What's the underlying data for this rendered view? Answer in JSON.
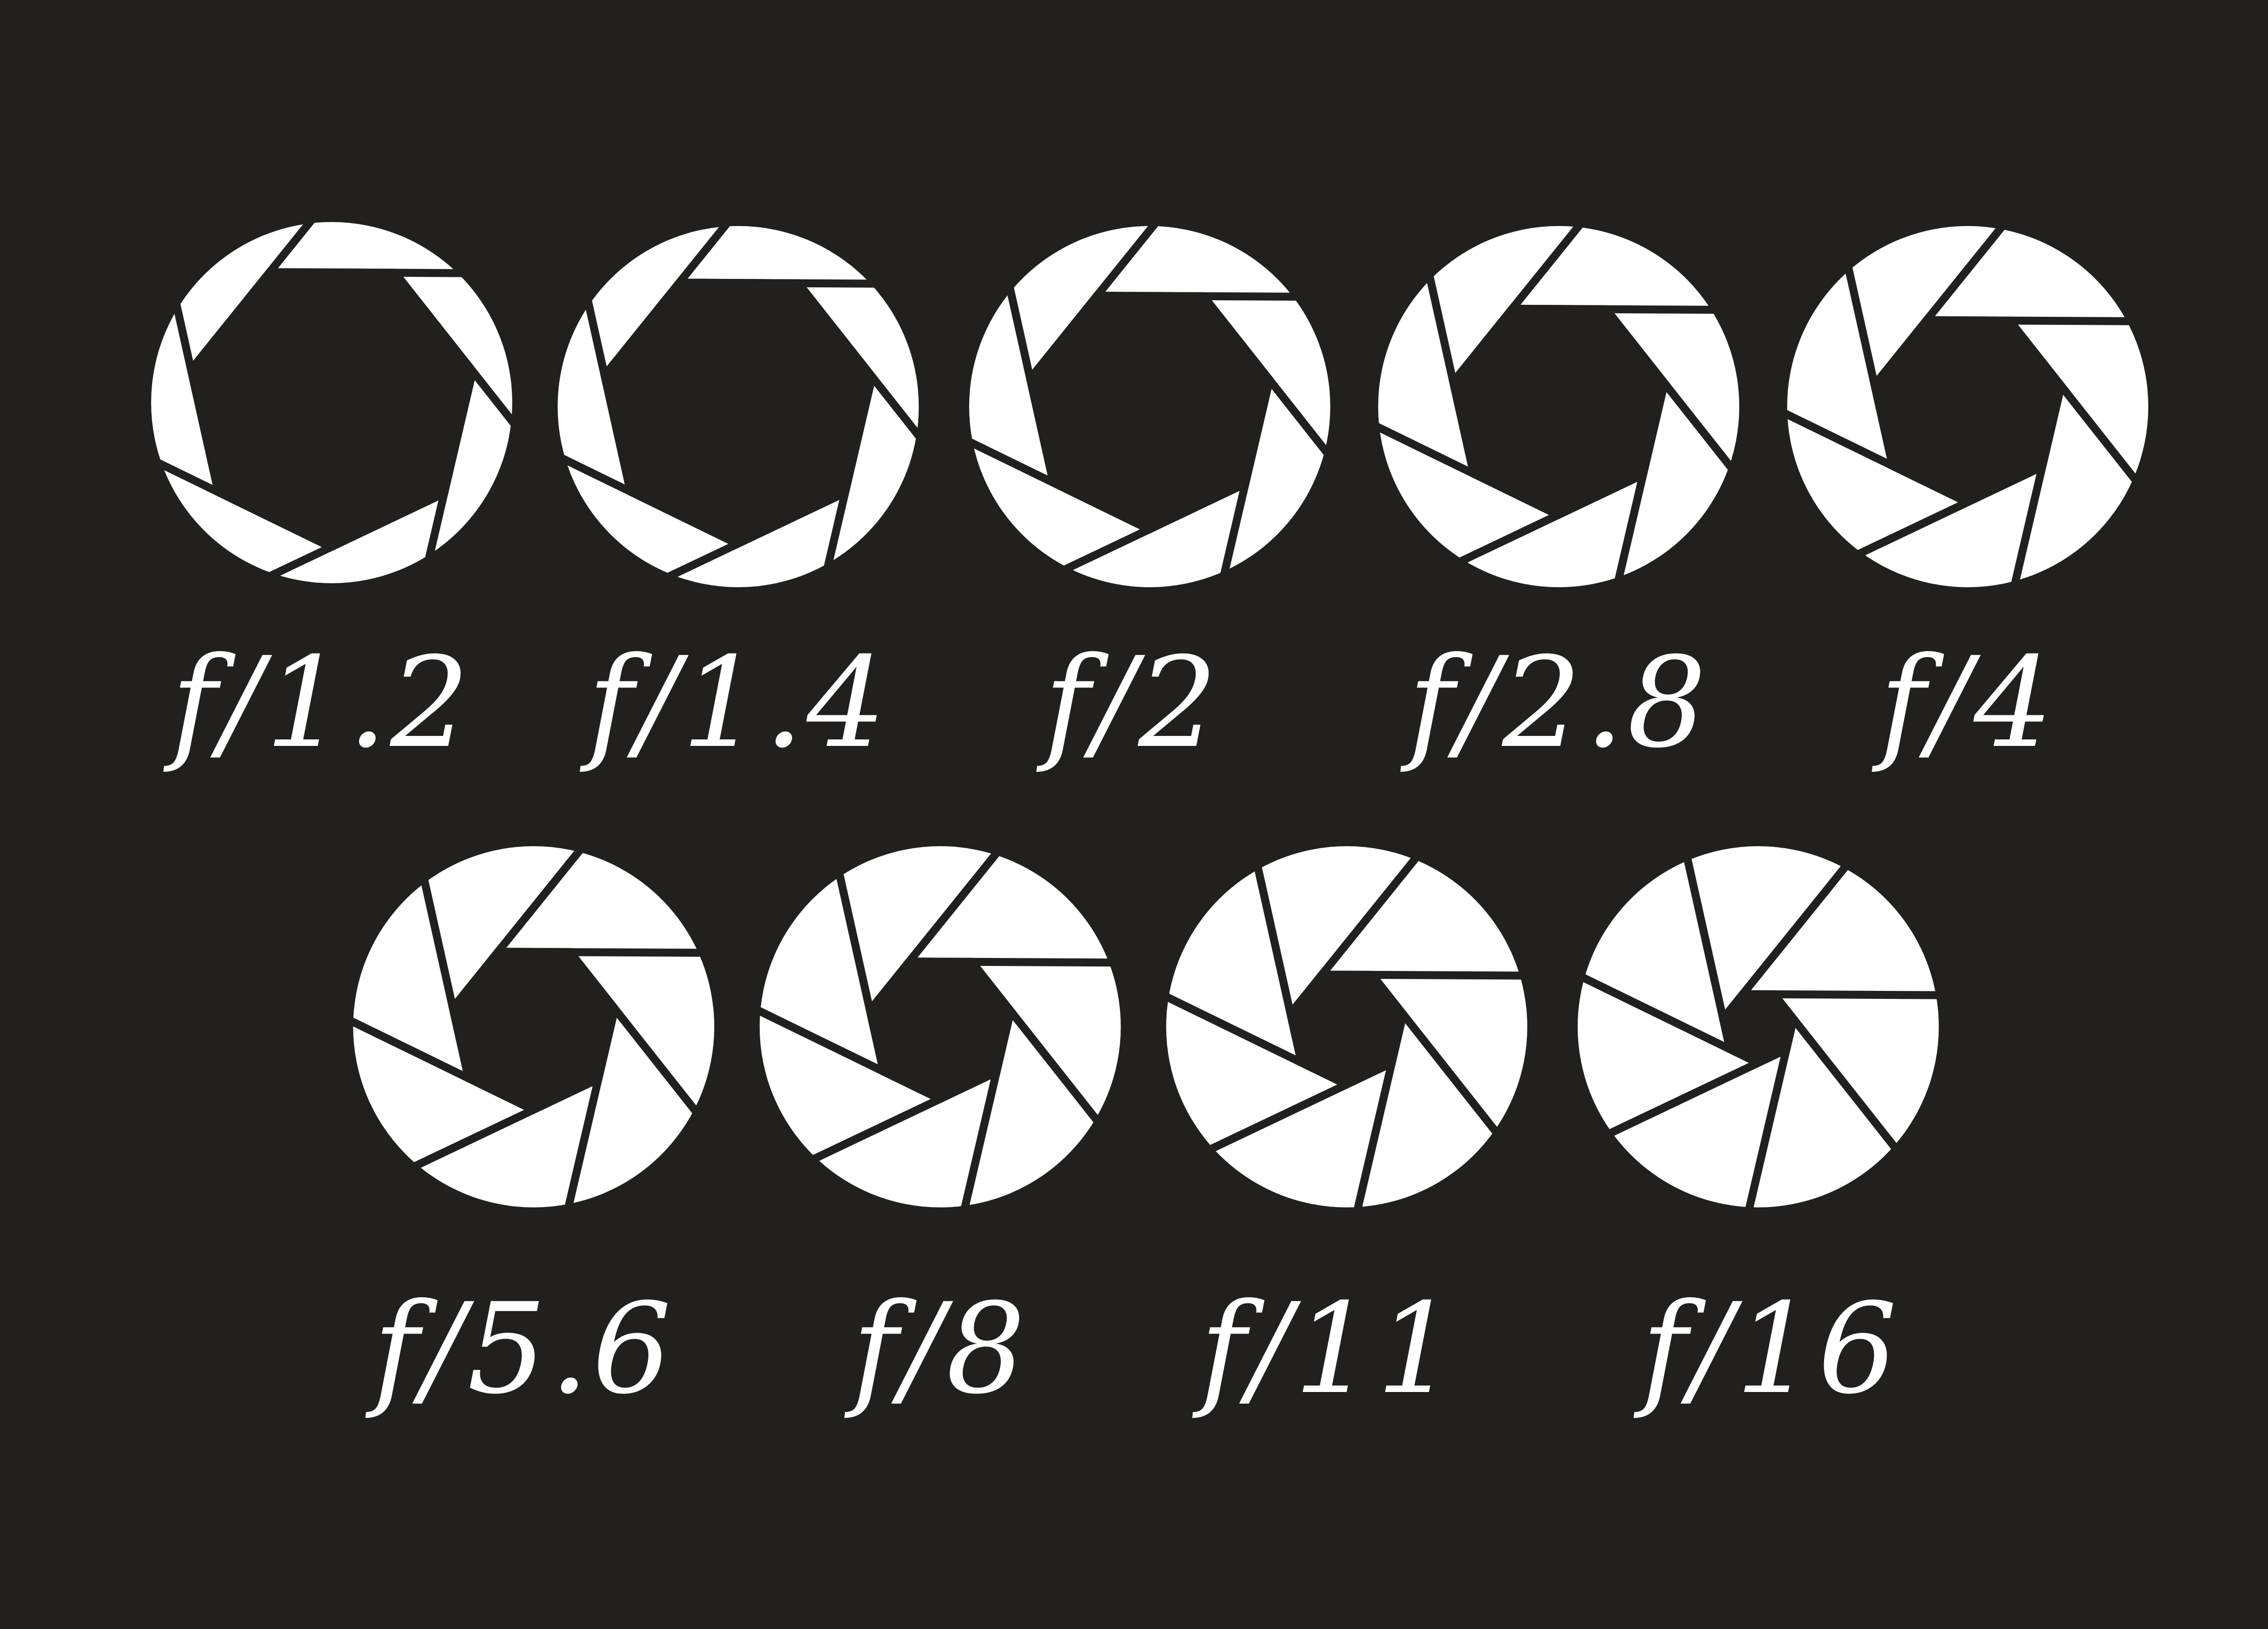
{
  "colors": {
    "background": "#221f1f",
    "blades": "#ffffff"
  },
  "icon": "camera-aperture-icon",
  "apertures": [
    {
      "label": "f/1.2",
      "opening": 0.8
    },
    {
      "label": "f/1.4",
      "opening": 0.76
    },
    {
      "label": "f/2",
      "opening": 0.68
    },
    {
      "label": "f/2.8",
      "opening": 0.6
    },
    {
      "label": "f/4",
      "opening": 0.53
    },
    {
      "label": "f/5.6",
      "opening": 0.46
    },
    {
      "label": "f/8",
      "opening": 0.4
    },
    {
      "label": "f/11",
      "opening": 0.32
    },
    {
      "label": "f/16",
      "opening": 0.2
    }
  ]
}
